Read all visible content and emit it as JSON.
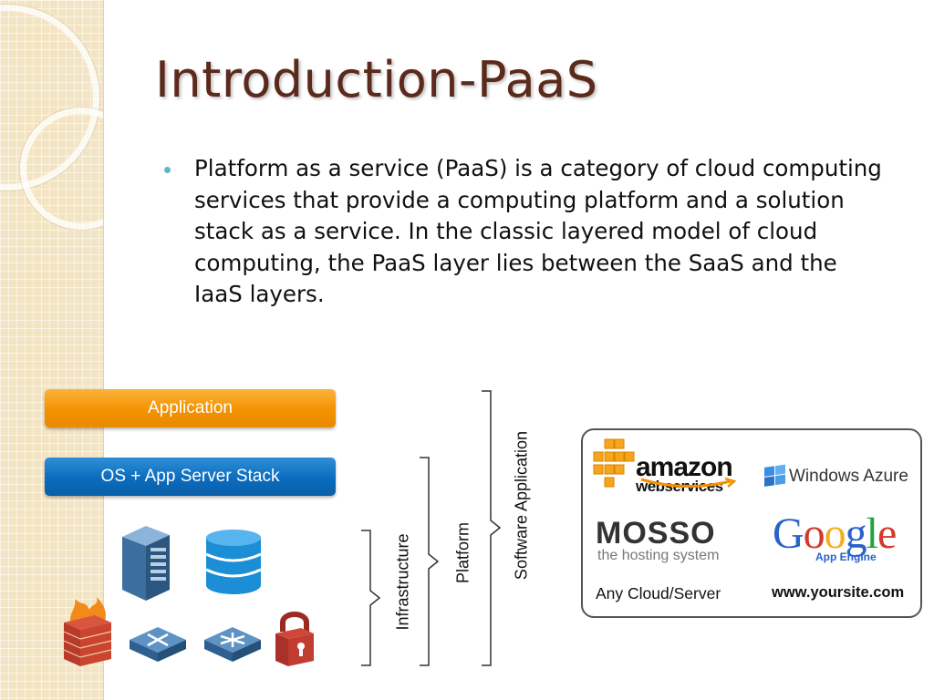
{
  "slide": {
    "title": "Introduction-PaaS",
    "bullets": [
      "Platform as a service (PaaS) is a category of cloud computing services that provide a computing platform and a solution stack as a service. In the classic layered model of cloud computing, the PaaS layer lies between the SaaS and the IaaS layers."
    ]
  },
  "diagram": {
    "layers": [
      "Application",
      "OS + App Server Stack"
    ],
    "icons": [
      "server-icon",
      "database-icon",
      "firewall-icon",
      "router-icon",
      "switch-icon",
      "padlock-icon"
    ],
    "braces": [
      "Infrastructure",
      "Platform",
      "Software Application"
    ],
    "colors": {
      "application": "#f39200",
      "os_stack": "#0b6cbf",
      "title": "#5b2a1c",
      "bullet": "#5fb6c9"
    }
  },
  "logos": {
    "amazon": {
      "word": "amazon",
      "sub": "webservices"
    },
    "azure": "Windows Azure",
    "mosso": {
      "word": "MOSSO",
      "sub": "the hosting system"
    },
    "google": {
      "letters": [
        "G",
        "o",
        "o",
        "g",
        "l",
        "e"
      ],
      "sub": "App Engine"
    },
    "captions": {
      "left": "Any Cloud/Server",
      "right": "www.yoursite.com"
    }
  }
}
